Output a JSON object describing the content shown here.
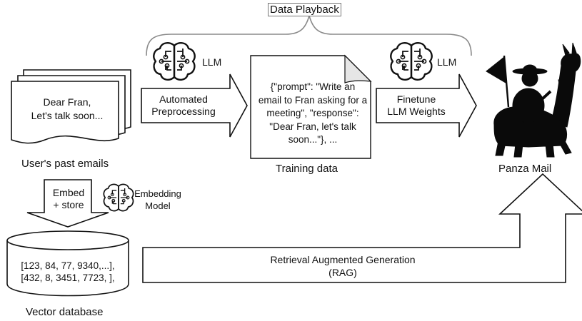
{
  "playback_label": "Data Playback",
  "emails": {
    "text_line1": "Dear Fran,",
    "text_line2": "Let's talk soon...",
    "caption": "User's past emails"
  },
  "llm_left": {
    "label": "LLM"
  },
  "llm_right": {
    "label": "LLM"
  },
  "preprocess_arrow": {
    "line1": "Automated",
    "line2": "Preprocessing"
  },
  "training_doc": {
    "lines": [
      "{\"prompt\": \"Write an",
      "email to Fran asking for a",
      "meeting\", \"response\":",
      "\"Dear Fran, let's talk",
      "soon...\"}, ..."
    ],
    "caption": "Training data"
  },
  "finetune_arrow": {
    "line1": "Finetune",
    "line2": "LLM Weights"
  },
  "panza": {
    "caption": "Panza Mail"
  },
  "embed_arrow": {
    "line1": "Embed",
    "line2": "+ store"
  },
  "embedding_model": {
    "line1": "Embedding",
    "line2": "Model"
  },
  "database": {
    "row1": "[123, 84, 77, 9340,...],",
    "row2": "[432, 8, 3451, 7723, ],",
    "caption": "Vector database"
  },
  "rag_arrow": {
    "line1": "Retrieval Augmented Generation",
    "line2": "(RAG)"
  },
  "icons": [
    "brain-circuit-icon",
    "brain-circuit-icon",
    "brain-circuit-icon",
    "llama-panza-icon"
  ]
}
